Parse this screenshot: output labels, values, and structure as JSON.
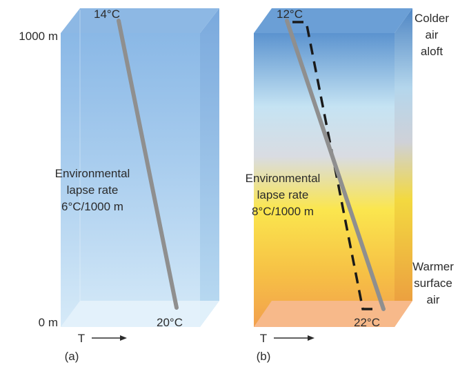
{
  "axis_labels": {
    "top_altitude": "1000 m",
    "bottom_altitude": "0 m"
  },
  "panel_a": {
    "tag": "(a)",
    "top_temperature": "14°C",
    "bottom_temperature": "20°C",
    "lapse_label": [
      "Environmental",
      "lapse rate",
      "6°C/1000 m"
    ],
    "t_axis_label": "T",
    "column_color": "#a9cdee"
  },
  "panel_b": {
    "tag": "(b)",
    "top_temperature": "12°C",
    "bottom_temperature": "22°C",
    "lapse_label": [
      "Environmental",
      "lapse rate",
      "8°C/1000 m"
    ],
    "t_axis_label": "T",
    "top_note": [
      "Colder",
      "air",
      "aloft"
    ],
    "bottom_note": [
      "Warmer",
      "surface",
      "air"
    ],
    "gradient_colors": [
      "#5b93cf",
      "#c5e3f3",
      "#fbe64e",
      "#f2a04d"
    ]
  },
  "colors": {
    "profile_line": "#8f8f8f",
    "dashed_line": "#1a1a1a",
    "text": "#2b2b2b"
  }
}
